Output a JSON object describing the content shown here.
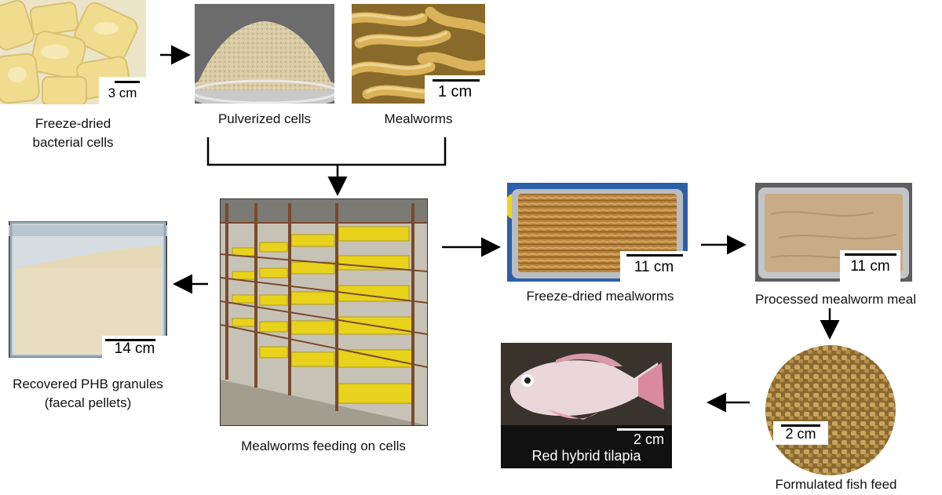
{
  "figure": {
    "captions": {
      "freeze_dried_cells": [
        "Freeze-dried",
        "bacterial cells"
      ],
      "pulverized_cells": "Pulverized  cells",
      "mealworms": "Mealworms",
      "mealworms_feeding": "Mealworms  feeding on cells",
      "recovered_phb": [
        "Recovered PHB granules",
        "(faecal pellets)"
      ],
      "freeze_dried_mealworms": "Freeze-dried  mealworms",
      "processed_meal": "Processed mealworm meal",
      "fish_feed": "Formulated  fish feed",
      "tilapia": "Red hybrid  tilapia"
    },
    "scale_bars": {
      "cells": "3 cm",
      "mealworms": "1 cm",
      "phb": "14 cm",
      "freeze_dried_mealworms": "11 cm",
      "processed_meal": "11 cm",
      "fish_feed": "2 cm",
      "tilapia": "2 cm"
    }
  }
}
